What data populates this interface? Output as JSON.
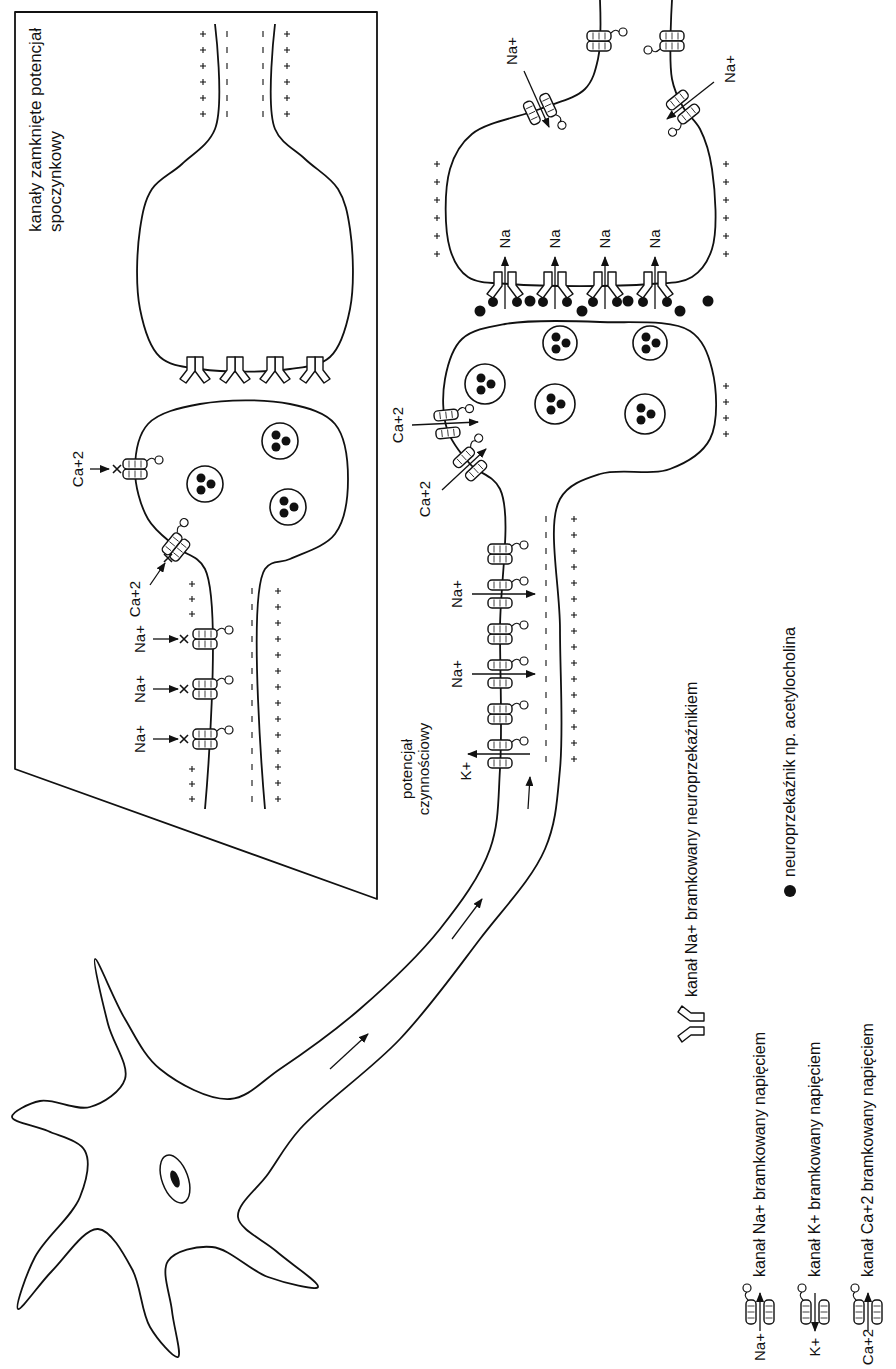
{
  "diagram": {
    "nodes": [
      {
        "text": [
          "kanały zamknięte potencjał spoczynkowy"
        ]
      }
    ],
    "labels": [
      "Na+",
      "Na+",
      "Na+",
      "Ca+2",
      "Ca+2",
      "potencjał czynnościowy",
      "K+",
      "Na+",
      "Na+",
      "Ca+2",
      "Ca+2",
      "Na",
      "Na",
      "Na",
      "Na",
      "Na+",
      "Na+",
      "Na+",
      "K+",
      "Ca+2"
    ],
    "legend": [
      {
        "text": "kanał Na+ bramkowany napięciem"
      },
      {
        "text": "kanał K+ bramkowany napięciem"
      },
      {
        "text": "kanał Ca+2 bramkowany napięciem"
      },
      {
        "text": "kanał Na+ bramkowany neuroprzekaźnikiem"
      },
      {
        "text": "neuroprzekaźnik np. acetylocholina"
      }
    ]
  }
}
